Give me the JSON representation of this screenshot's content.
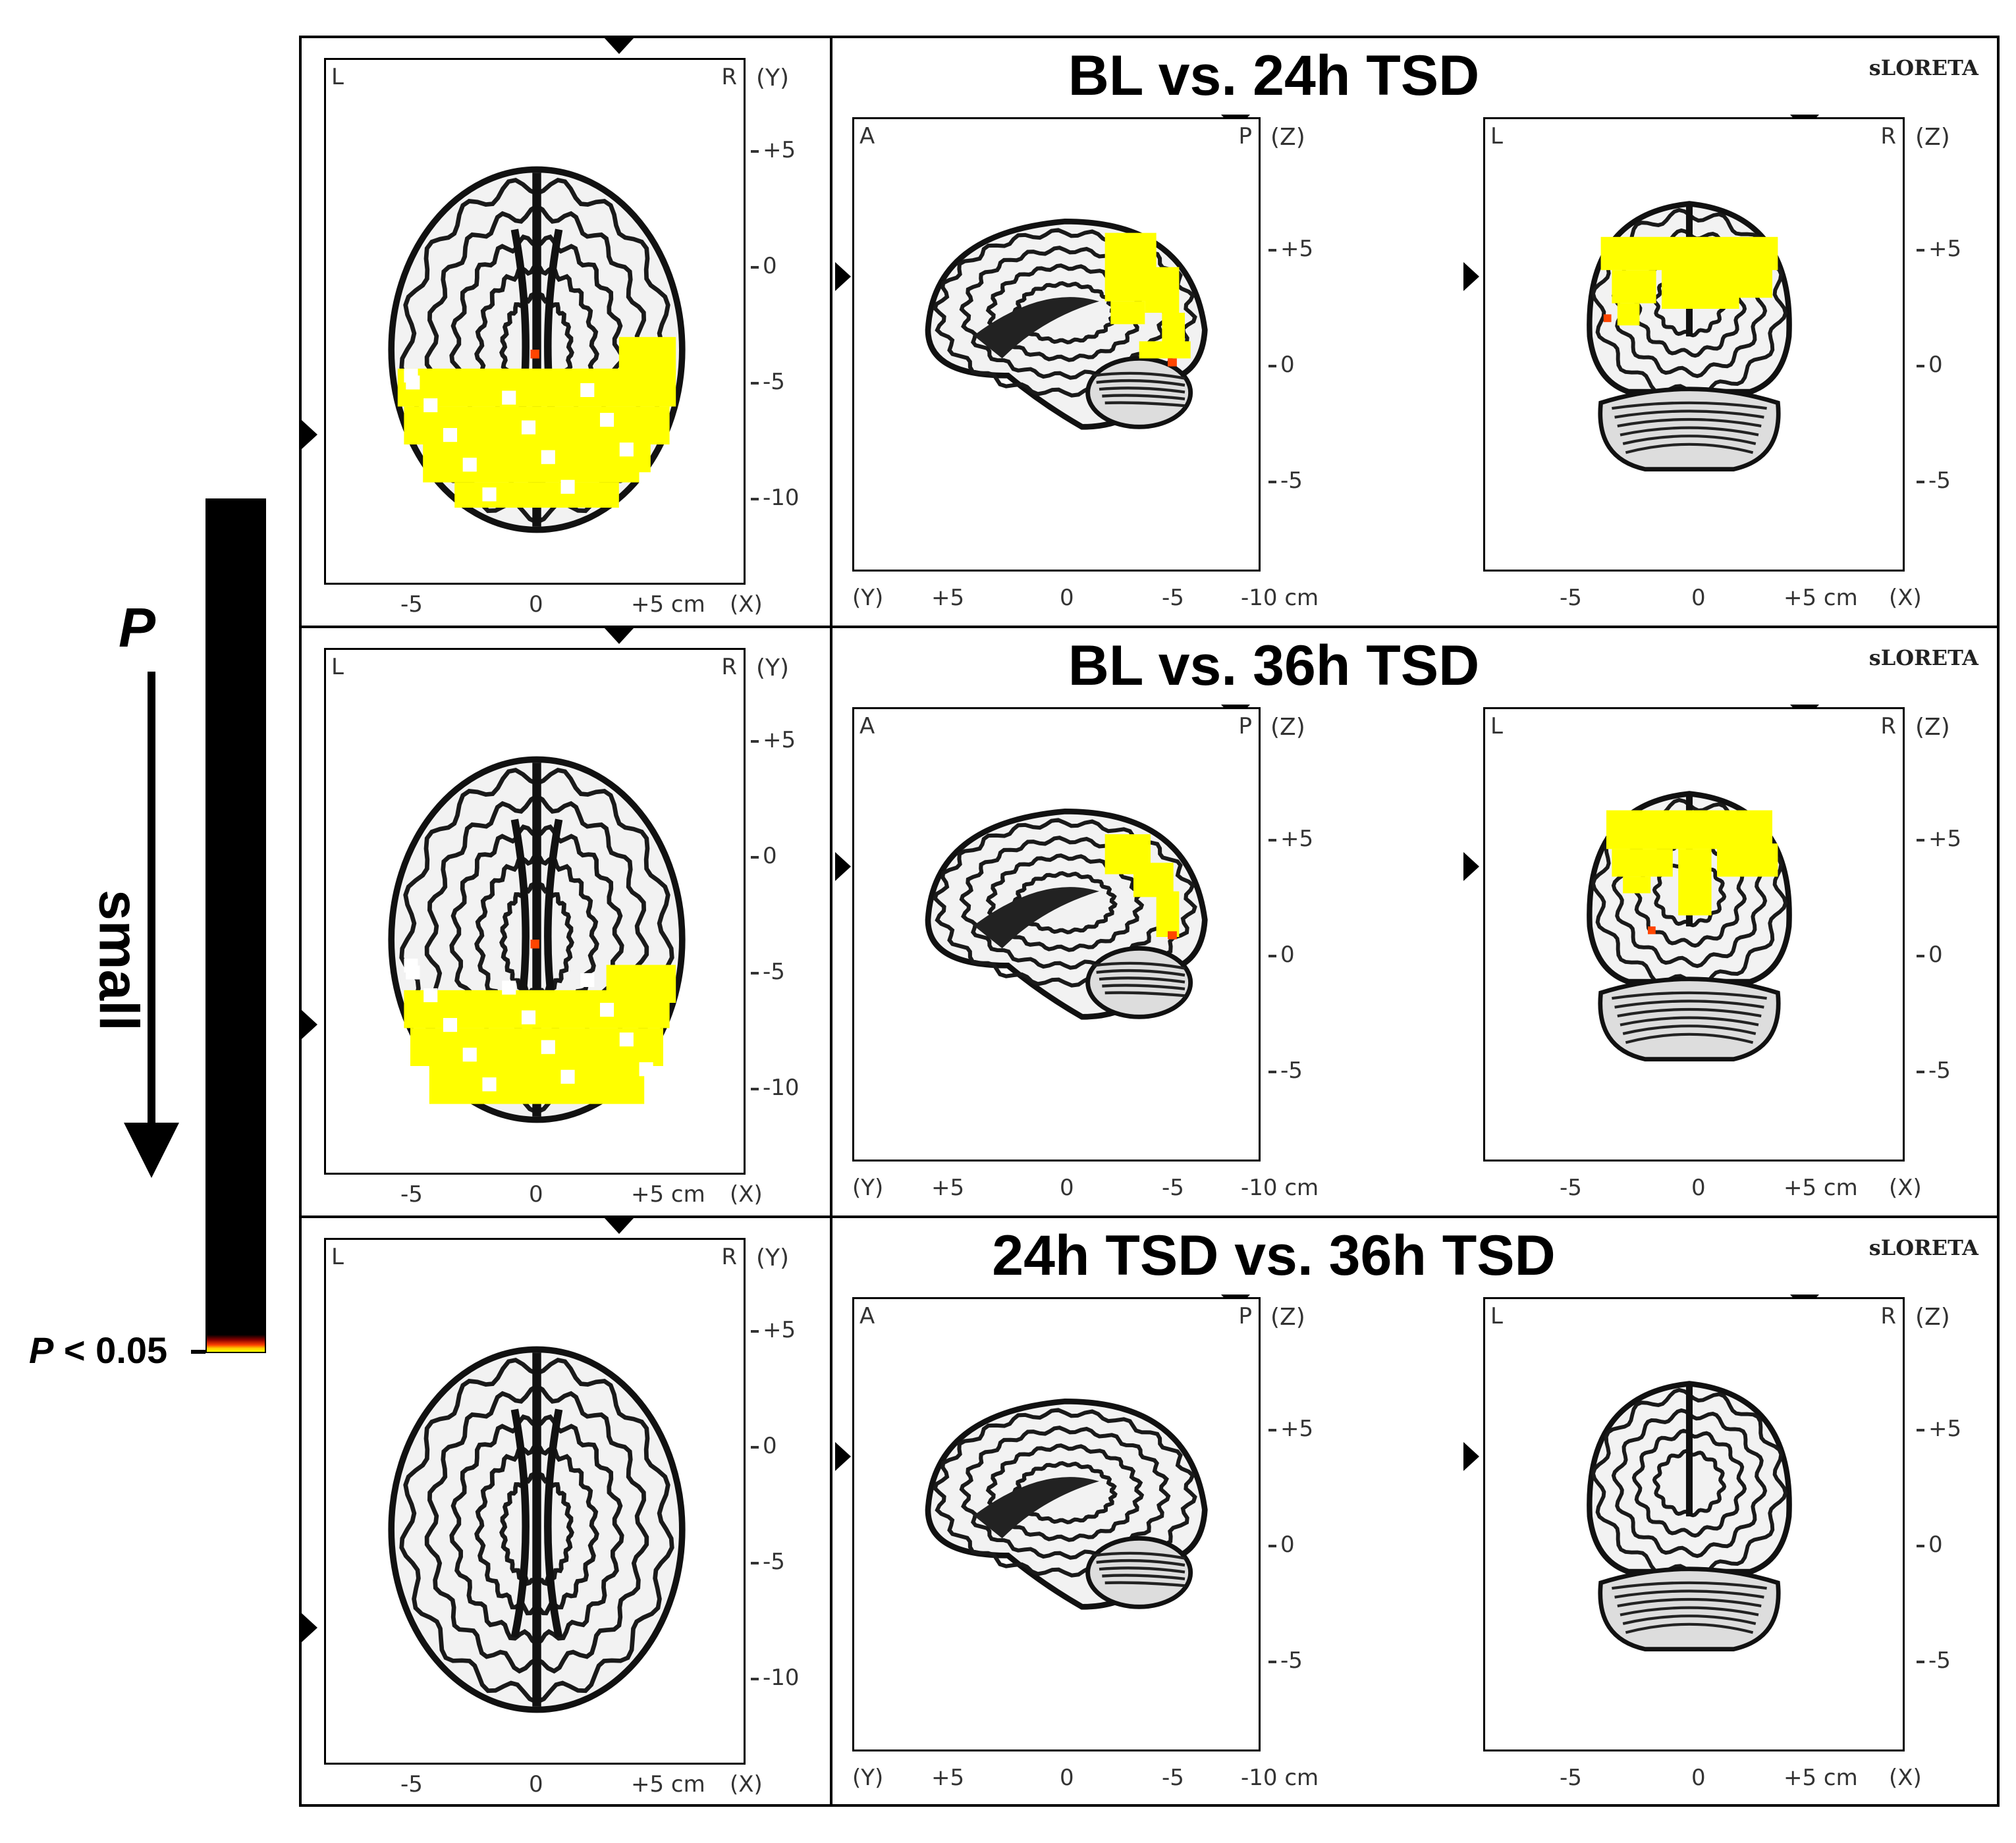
{
  "legend": {
    "p_symbol": "P",
    "direction_word": "small",
    "threshold_p": "P",
    "threshold_rest": " < 0.05"
  },
  "watermark": "sLORETA",
  "axial": {
    "corner_left": "L",
    "corner_right": "R",
    "axis_right": "(Y)",
    "y_ticks": [
      "+5",
      "0",
      "-5",
      "-10"
    ],
    "x_ticks": [
      "-5",
      "0",
      "+5 cm",
      "(X)"
    ]
  },
  "sagittal": {
    "corner_left": "A",
    "corner_right": "P",
    "axis_right": "(Z)",
    "z_ticks": [
      "+5",
      "0",
      "-5"
    ],
    "y_label": "(Y)",
    "y_ticks": [
      "+5",
      "0",
      "-5",
      "-10 cm"
    ]
  },
  "coronal": {
    "corner_left": "L",
    "corner_right": "R",
    "axis_right": "(Z)",
    "z_ticks": [
      "+5",
      "0",
      "-5"
    ],
    "x_ticks": [
      "-5",
      "0",
      "+5 cm",
      "(X)"
    ]
  },
  "rows": [
    {
      "title": "BL vs. 24h TSD",
      "activation": true
    },
    {
      "title": "BL vs. 36h TSD",
      "activation": true
    },
    {
      "title": "24h TSD vs. 36h TSD",
      "activation": false
    }
  ],
  "colors": {
    "activation": "#ffff00",
    "hot": "#ff4500",
    "tissue": "#1a1a1a"
  }
}
